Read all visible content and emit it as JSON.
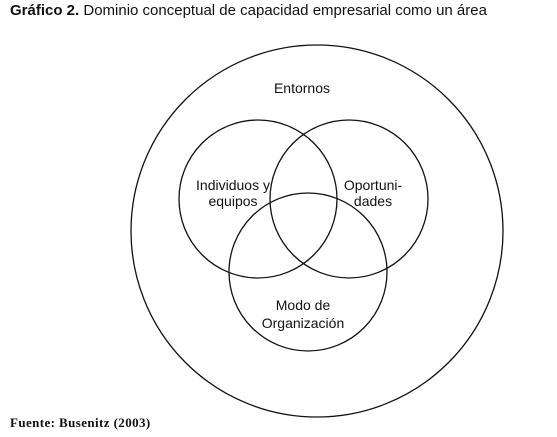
{
  "title": {
    "label": "Gráfico 2.",
    "text": "Dominio conceptual de capacidad empresarial como un área"
  },
  "diagram": {
    "outer_circle": {
      "label": "Entornos"
    },
    "circles": [
      {
        "lines": [
          "Individuos y",
          "equipos"
        ]
      },
      {
        "lines": [
          "Oportuni-",
          "dades"
        ]
      },
      {
        "lines": [
          "Modo de",
          "Organización"
        ]
      }
    ]
  },
  "source": "Fuente: Busenitz (2003)"
}
